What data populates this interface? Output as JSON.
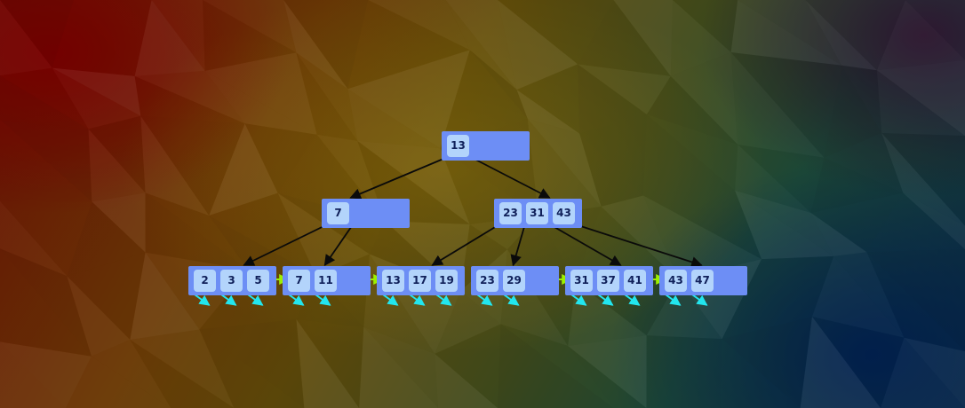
{
  "diagram": {
    "title": "",
    "colors": {
      "node_fill": "#6d8ef5",
      "key_fill": "#b3d4fb",
      "key_text": "#10205a",
      "edge": "#0a0a0a",
      "leaf_link": "#9cf000",
      "record_pointer": "#22e6ef"
    },
    "nodes": [
      {
        "id": "root",
        "level": 0,
        "keys": [
          "13"
        ]
      },
      {
        "id": "internal-left",
        "level": 1,
        "keys": [
          "7"
        ]
      },
      {
        "id": "internal-right",
        "level": 1,
        "keys": [
          "23",
          "31",
          "43"
        ]
      },
      {
        "id": "leaf-1",
        "level": 2,
        "keys": [
          "2",
          "3",
          "5"
        ]
      },
      {
        "id": "leaf-2",
        "level": 2,
        "keys": [
          "7",
          "11"
        ]
      },
      {
        "id": "leaf-3",
        "level": 2,
        "keys": [
          "13",
          "17",
          "19"
        ]
      },
      {
        "id": "leaf-4",
        "level": 2,
        "keys": [
          "23",
          "29"
        ]
      },
      {
        "id": "leaf-5",
        "level": 2,
        "keys": [
          "31",
          "37",
          "41"
        ]
      },
      {
        "id": "leaf-6",
        "level": 2,
        "keys": [
          "43",
          "47"
        ]
      }
    ],
    "edges": [
      {
        "from": "root",
        "slot": 0,
        "to": "internal-left"
      },
      {
        "from": "root",
        "slot": 1,
        "to": "internal-right"
      },
      {
        "from": "internal-left",
        "slot": 0,
        "to": "leaf-1"
      },
      {
        "from": "internal-left",
        "slot": 1,
        "to": "leaf-2"
      },
      {
        "from": "internal-right",
        "slot": 0,
        "to": "leaf-3"
      },
      {
        "from": "internal-right",
        "slot": 1,
        "to": "leaf-4"
      },
      {
        "from": "internal-right",
        "slot": 2,
        "to": "leaf-5"
      },
      {
        "from": "internal-right",
        "slot": 3,
        "to": "leaf-6"
      }
    ],
    "leaf_links": [
      {
        "from": "leaf-1",
        "to": "leaf-2"
      },
      {
        "from": "leaf-2",
        "to": "leaf-3"
      },
      {
        "from": "leaf-4",
        "to": "leaf-5"
      },
      {
        "from": "leaf-5",
        "to": "leaf-6"
      }
    ]
  }
}
